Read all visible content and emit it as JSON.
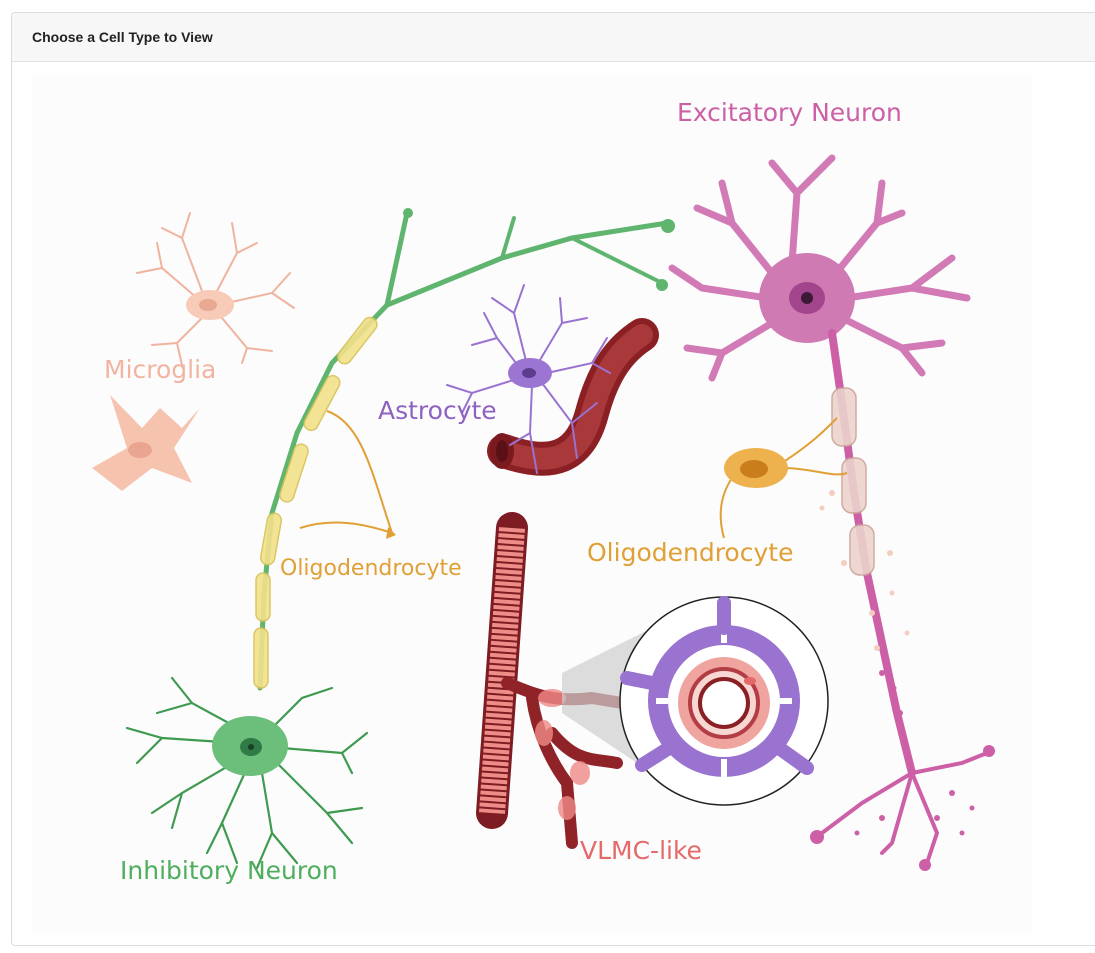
{
  "header": {
    "title": "Choose a Cell Type to View"
  },
  "cells": {
    "excitatory": {
      "label": "Excitatory Neuron",
      "color": "#cc5fa6"
    },
    "microglia": {
      "label": "Microglia",
      "color": "#f2b4a0"
    },
    "astrocyte": {
      "label": "Astrocyte",
      "color": "#8d62c0"
    },
    "oligo_left": {
      "label": "Oligodendrocyte",
      "color": "#e0a035"
    },
    "oligo_right": {
      "label": "Oligodendrocyte",
      "color": "#e0a035"
    },
    "inhibitory": {
      "label": "Inhibitory Neuron",
      "color": "#4fae5e"
    },
    "vlmc": {
      "label": "VLMC-like",
      "color": "#e46a6a"
    }
  }
}
